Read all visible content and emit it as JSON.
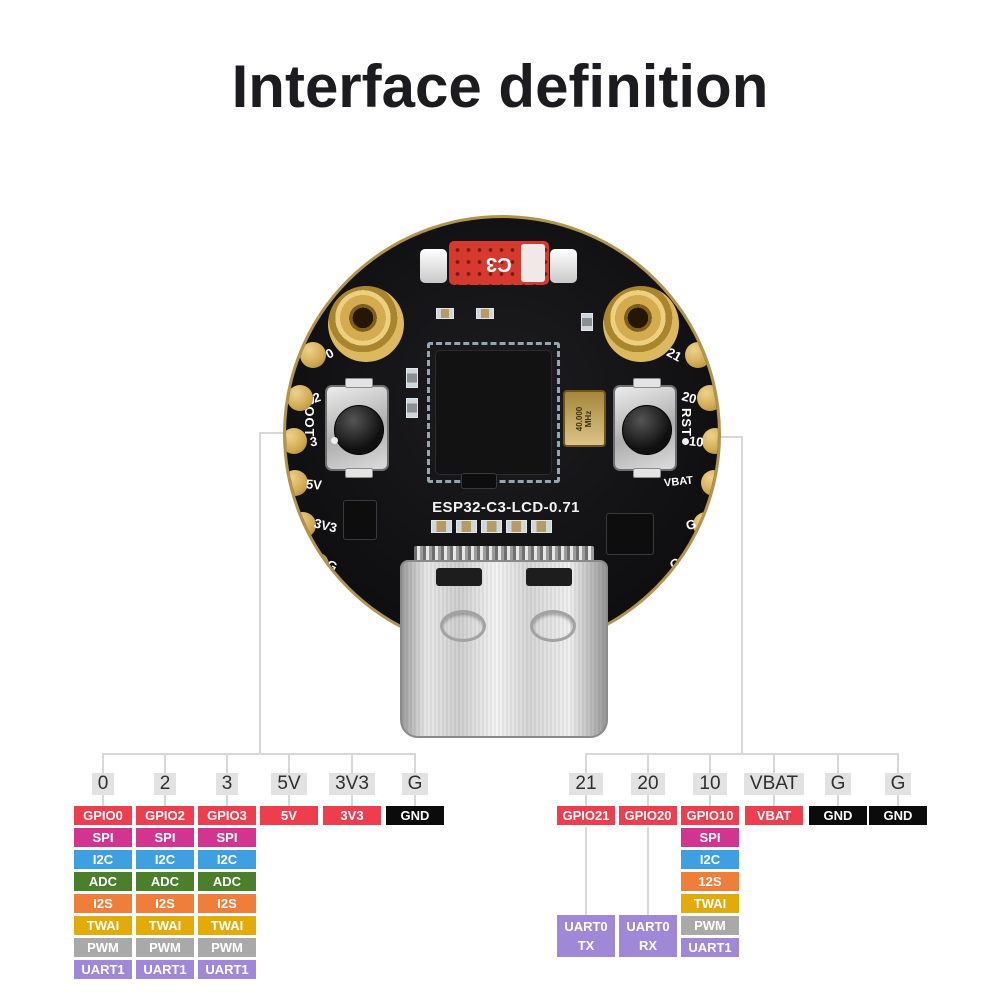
{
  "title": "Interface definition",
  "board": {
    "silkscreen": "ESP32-C3-LCD-0.71",
    "fpc_label": "C3",
    "crystal_label": "40.000\nMHz",
    "boot_label": "BOOT",
    "rst_label": "RST",
    "left_edge_pins": [
      "0",
      "2",
      "3",
      "5V",
      "3V3",
      "G"
    ],
    "right_edge_pins": [
      "21",
      "20",
      "10",
      "VBAT",
      "G",
      "G"
    ]
  },
  "colors": {
    "gpio_red": "#ee3e4d",
    "spi_pink": "#d23590",
    "i2c_blue": "#3fa0e1",
    "adc_green": "#4c7f2b",
    "i2s_orange": "#ef7e3b",
    "twai_yellow": "#e2ab08",
    "pwm_gray": "#a9a9a9",
    "uart_purple": "#a088d8",
    "gnd_black": "#0b0b0b",
    "header_bg": "#e2e2e2",
    "line_gray": "#d8d8d8"
  },
  "pinmap": {
    "left": {
      "columns": [
        {
          "header": "0",
          "badges": [
            {
              "label": "GPIO0",
              "color": "#ee3e4d"
            },
            {
              "label": "SPI",
              "color": "#d23590"
            },
            {
              "label": "I2C",
              "color": "#3fa0e1"
            },
            {
              "label": "ADC",
              "color": "#4c7f2b"
            },
            {
              "label": "I2S",
              "color": "#ef7e3b"
            },
            {
              "label": "TWAI",
              "color": "#e2ab08"
            },
            {
              "label": "PWM",
              "color": "#a9a9a9"
            },
            {
              "label": "UART1",
              "color": "#a088d8"
            }
          ]
        },
        {
          "header": "2",
          "badges": [
            {
              "label": "GPIO2",
              "color": "#ee3e4d"
            },
            {
              "label": "SPI",
              "color": "#d23590"
            },
            {
              "label": "I2C",
              "color": "#3fa0e1"
            },
            {
              "label": "ADC",
              "color": "#4c7f2b"
            },
            {
              "label": "I2S",
              "color": "#ef7e3b"
            },
            {
              "label": "TWAI",
              "color": "#e2ab08"
            },
            {
              "label": "PWM",
              "color": "#a9a9a9"
            },
            {
              "label": "UART1",
              "color": "#a088d8"
            }
          ]
        },
        {
          "header": "3",
          "badges": [
            {
              "label": "GPIO3",
              "color": "#ee3e4d"
            },
            {
              "label": "SPI",
              "color": "#d23590"
            },
            {
              "label": "I2C",
              "color": "#3fa0e1"
            },
            {
              "label": "ADC",
              "color": "#4c7f2b"
            },
            {
              "label": "I2S",
              "color": "#ef7e3b"
            },
            {
              "label": "TWAI",
              "color": "#e2ab08"
            },
            {
              "label": "PWM",
              "color": "#a9a9a9"
            },
            {
              "label": "UART1",
              "color": "#a088d8"
            }
          ]
        },
        {
          "header": "5V",
          "badges": [
            {
              "label": "5V",
              "color": "#ee3e4d"
            }
          ]
        },
        {
          "header": "3V3",
          "badges": [
            {
              "label": "3V3",
              "color": "#ee3e4d"
            }
          ]
        },
        {
          "header": "G",
          "badges": [
            {
              "label": "GND",
              "color": "#0b0b0b"
            }
          ]
        }
      ]
    },
    "right": {
      "columns": [
        {
          "header": "21",
          "badges": [
            {
              "label": "GPIO21",
              "color": "#ee3e4d"
            }
          ],
          "sub": {
            "label": "UART0\nTX",
            "color": "#a088d8"
          }
        },
        {
          "header": "20",
          "badges": [
            {
              "label": "GPIO20",
              "color": "#ee3e4d"
            }
          ],
          "sub": {
            "label": "UART0\nRX",
            "color": "#a088d8"
          }
        },
        {
          "header": "10",
          "badges": [
            {
              "label": "GPIO10",
              "color": "#ee3e4d"
            },
            {
              "label": "SPI",
              "color": "#d23590"
            },
            {
              "label": "I2C",
              "color": "#3fa0e1"
            },
            {
              "label": "12S",
              "color": "#ef7e3b"
            },
            {
              "label": "TWAI",
              "color": "#e2ab08"
            },
            {
              "label": "PWM",
              "color": "#a9a9a9"
            },
            {
              "label": "UART1",
              "color": "#a088d8"
            }
          ]
        },
        {
          "header": "VBAT",
          "badges": [
            {
              "label": "VBAT",
              "color": "#ee3e4d"
            }
          ]
        },
        {
          "header": "G",
          "badges": [
            {
              "label": "GND",
              "color": "#0b0b0b"
            }
          ]
        },
        {
          "header": "G",
          "badges": [
            {
              "label": "GND",
              "color": "#0b0b0b"
            }
          ]
        }
      ]
    }
  }
}
